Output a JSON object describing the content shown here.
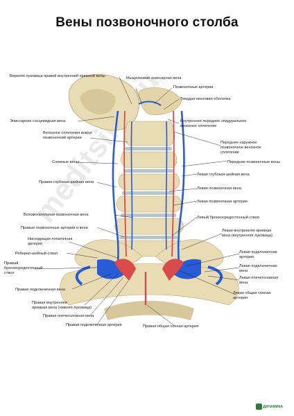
{
  "title": "Вены позвоночного столба",
  "watermark": "meditsina.ru",
  "logo": "ДИНАМИКА",
  "colors": {
    "bone": "#e8dcb4",
    "bone_shadow": "#c9b98a",
    "disc": "#b9c6c8",
    "vein": "#2a5bd7",
    "artery": "#d94b4b",
    "leader": "#1a1a1a"
  },
  "labels": {
    "upper_bulb": "Верхняя луковица правой внутренней яремной вены",
    "condylar_emissary": "Мыщелковая эниссарная вена",
    "vertebral_arteries_top": "Позвоночные артерии",
    "dura": "Твердая мозговая оболочка",
    "internal_plexus_1": "Внутреннее переднее эпидуральное",
    "internal_plexus_2": "венозное сплетение",
    "mastoid_emissary": "Эниссарная сосцевидная вена",
    "venous_plexus_1": "Венозное сплетения вокруг",
    "venous_plexus_2": "позвоночной артерии",
    "external_plexus_1": "Переднее наружное",
    "external_plexus_2": "позвоночное венозное",
    "external_plexus_3": "сплетение",
    "snowy_veins": "Снежные вены",
    "anterior_vertebral": "Передние позвоночные вены",
    "left_deep_cervical": "Левая глубокая шейная вена",
    "right_deep_cervical": "Правая глубокая шейная вена",
    "left_vertebral_vein": "Левая позвоночная вена",
    "left_vertebral_artery": "Левая позвоночная артерия",
    "accessory_vertebral": "Вспомогательная позвоночная вена",
    "left_brachiocephalic_trunk": "Левый бронхосредостенный ствол",
    "right_vertebral_av": "Правые позвоночные артерии и вена",
    "left_ij_1": "Левая внутренняя яремная",
    "left_ij_2": "вена (внутренняя луковица)",
    "descending_scapular_1": "Нисходящая лопаточная",
    "descending_scapular_2": "артерия",
    "costocervical": "Реберно-шейный ствол",
    "left_subclavian_artery_1": "Левая подключичная",
    "left_subclavian_artery_2": "артерия",
    "right_bronchomed_1": "Правый",
    "right_bronchomed_2": "бронхосредостенный",
    "right_bronchomed_3": "ствол",
    "left_subclavian_vein_1": "Левая  подключичная",
    "left_subclavian_vein_2": "вена",
    "left_brachiocephalic_vein_1": "Левая плечеголовная",
    "left_brachiocephalic_vein_2": "вена",
    "right_subclavian_vein": "Правая подключичная вена",
    "left_common_carotid_1": "Левая общая сонная",
    "left_common_carotid_2": "артерия",
    "right_ij_1": "Правая внутренняя",
    "right_ij_2": "яремная вена (нижняя луковица)",
    "right_brachiocephalic": "Правая плечеголовная вена",
    "right_subclavian_artery": "Правая подключичная артерия",
    "right_common_carotid": "Правая общая сонная артерия"
  }
}
